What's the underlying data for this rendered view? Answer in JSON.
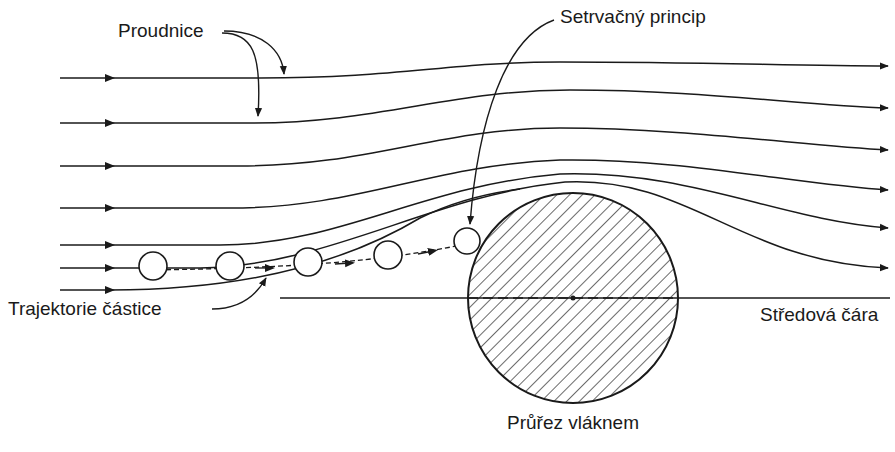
{
  "diagram": {
    "labels": [
      "Proudnice",
      "Setrvačný princip",
      "Trajektorie částice",
      "Středová čára",
      "Průřez vláknem"
    ]
  }
}
